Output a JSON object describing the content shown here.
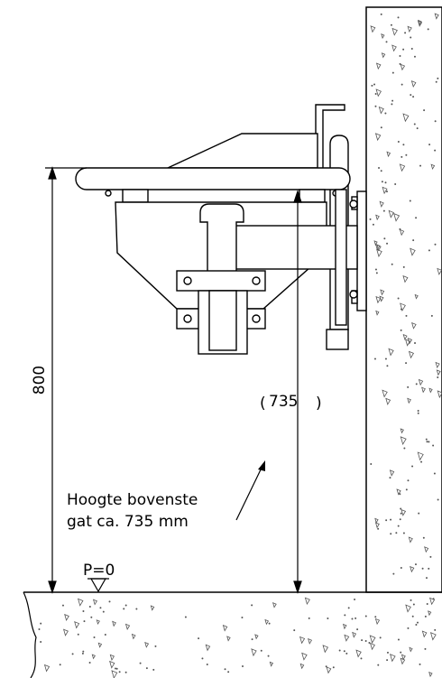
{
  "dimensions": {
    "height_total": "800",
    "height_hole": "735",
    "hole_paren_open": "(",
    "hole_paren_close": ")"
  },
  "annotation": {
    "line1": "Hoogte bovenste",
    "line2": "gat ca. 735 mm"
  },
  "reference": {
    "floor_label": "P=0"
  }
}
